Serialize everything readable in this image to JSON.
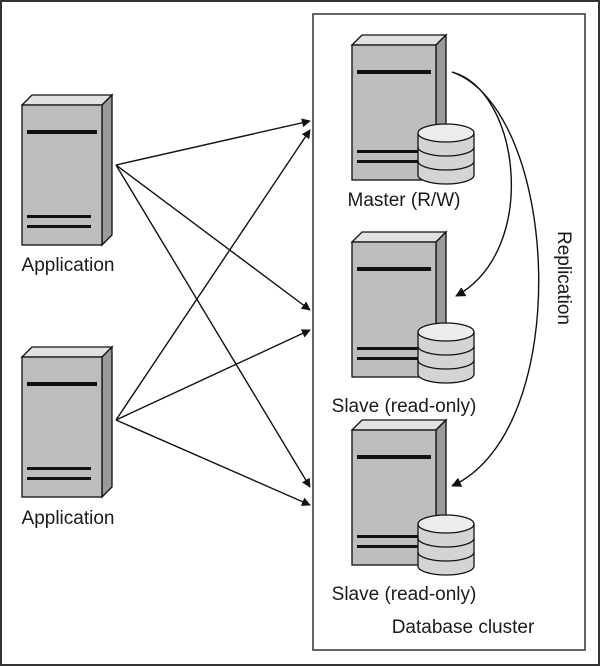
{
  "applications": [
    {
      "label": "Application"
    },
    {
      "label": "Application"
    }
  ],
  "cluster": {
    "label": "Database cluster",
    "nodes": [
      {
        "role": "master",
        "label": "Master (R/W)"
      },
      {
        "role": "slave",
        "label": "Slave (read-only)"
      },
      {
        "role": "slave",
        "label": "Slave (read-only)"
      }
    ]
  },
  "replication": {
    "label": "Replication"
  },
  "connections": [
    {
      "from": "app-1",
      "to": "master"
    },
    {
      "from": "app-1",
      "to": "slave-1"
    },
    {
      "from": "app-1",
      "to": "slave-2"
    },
    {
      "from": "app-2",
      "to": "master"
    },
    {
      "from": "app-2",
      "to": "slave-1"
    },
    {
      "from": "app-2",
      "to": "slave-2"
    }
  ],
  "replication_links": [
    {
      "from": "master",
      "to": "slave-1"
    },
    {
      "from": "master",
      "to": "slave-2"
    }
  ],
  "colors": {
    "server_front": "#bdbdbd",
    "server_side": "#9a9a9a",
    "server_top": "#e2e2e2",
    "outline": "#111111",
    "disk": "#d4d4d4",
    "disk_top": "#ececec"
  }
}
